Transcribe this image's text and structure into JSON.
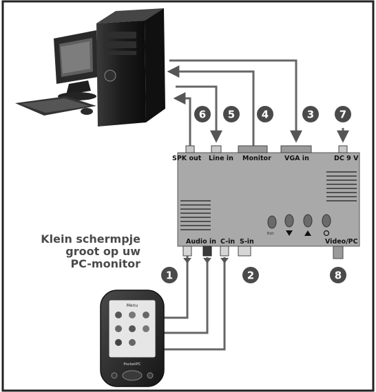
{
  "heading": {
    "lines": [
      "Klein schermpje",
      "groot op uw",
      "PC-monitor"
    ]
  },
  "ports_top": {
    "spk_out": "SPK out",
    "line_in": "Line in",
    "monitor": "Monitor",
    "vga_in": "VGA in",
    "dc": "DC 9 V"
  },
  "ports_bottom": {
    "audio_in": "Audio in",
    "c_in": "C-in",
    "s_in": "S-in",
    "video_pc": "Video/PC"
  },
  "markers": {
    "m1": "1",
    "m2": "2",
    "m3": "3",
    "m4": "4",
    "m5": "5",
    "m6": "6",
    "m7": "7",
    "m8": "8"
  },
  "button_labels": {
    "exit": "Exit"
  },
  "pda": {
    "title": "Menu",
    "brand": "PocketPC"
  },
  "colors": {
    "box": "#a9a9a9",
    "connector": "#c8c8c8",
    "cable": "#5a5a5a",
    "marker": "#4a4a4a",
    "heading": "#4a4a4a"
  }
}
